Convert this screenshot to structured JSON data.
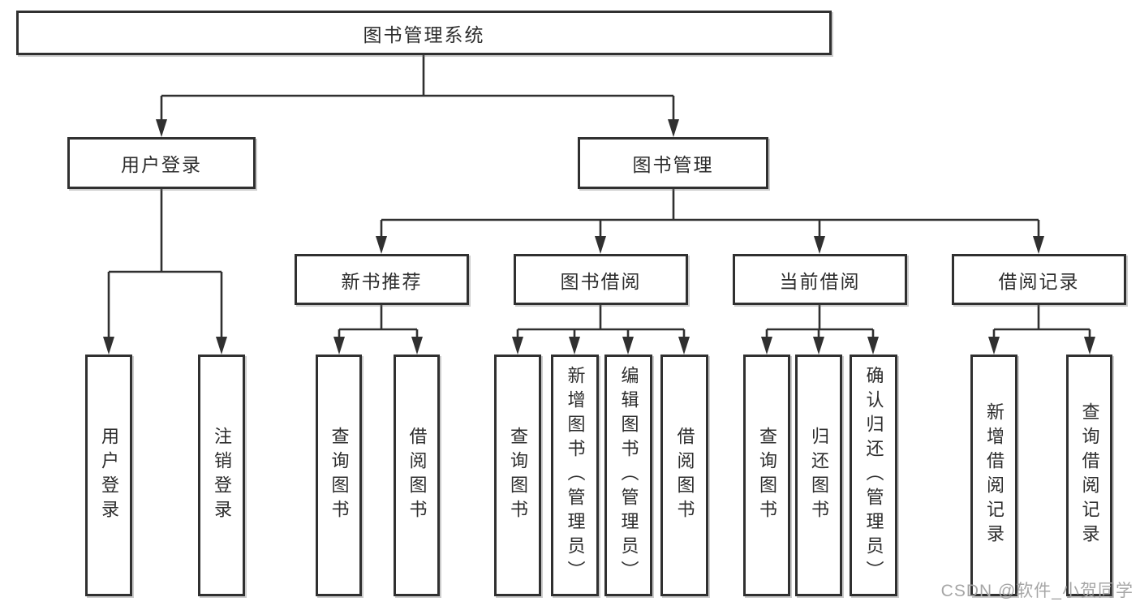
{
  "diagram": {
    "tree": {
      "label": "图书管理系统",
      "children": [
        {
          "label": "用户登录",
          "children": [
            {
              "label": "用户登录"
            },
            {
              "label": "注销登录"
            }
          ]
        },
        {
          "label": "图书管理",
          "children": [
            {
              "label": "新书推荐",
              "children": [
                {
                  "label": "查询图书"
                },
                {
                  "label": "借阅图书"
                }
              ]
            },
            {
              "label": "图书借阅",
              "children": [
                {
                  "label": "查询图书"
                },
                {
                  "label": "新增图书（管理员）"
                },
                {
                  "label": "编辑图书（管理员）"
                },
                {
                  "label": "借阅图书"
                }
              ]
            },
            {
              "label": "当前借阅",
              "children": [
                {
                  "label": "查询图书"
                },
                {
                  "label": "归还图书"
                },
                {
                  "label": "确认归还（管理员）"
                }
              ]
            },
            {
              "label": "借阅记录",
              "children": [
                {
                  "label": "新增借阅记录"
                },
                {
                  "label": "查询借阅记录"
                }
              ]
            }
          ]
        }
      ]
    }
  },
  "watermark": "CSDN @软件_小贺同学",
  "colors": {
    "line": "#303030",
    "box_border": "#303030",
    "text": "#2d2d2d",
    "watermark": "#a6a6a6",
    "background": "#ffffff"
  }
}
